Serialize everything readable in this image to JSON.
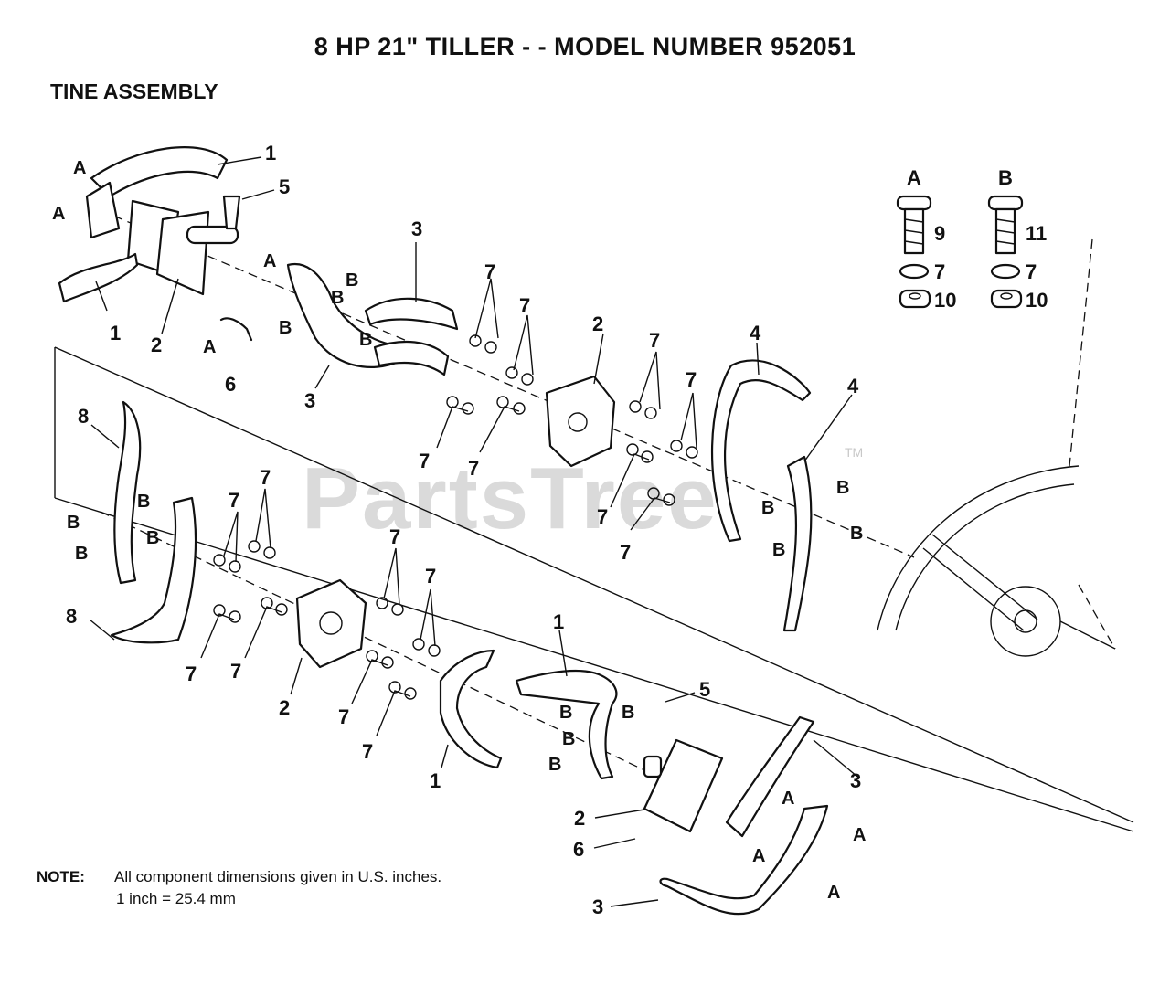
{
  "title": "8 HP 21\" TILLER - - MODEL NUMBER 952051",
  "subtitle": "TINE ASSEMBLY",
  "watermark": "PartsTree",
  "watermark_tm": "TM",
  "legend": {
    "a_header": "A",
    "b_header": "B",
    "a_bolt": "9",
    "a_washer": "7",
    "a_nut": "10",
    "b_bolt": "11",
    "b_washer": "7",
    "b_nut": "10"
  },
  "labels": {
    "n1": "1",
    "n2": "2",
    "n3": "3",
    "n4": "4",
    "n5": "5",
    "n6": "6",
    "n7": "7",
    "n8": "8",
    "a": "A",
    "b": "B"
  },
  "note": {
    "label": "NOTE:",
    "line1": "All component dimensions given in U.S. inches.",
    "line2": "1 inch = 25.4 mm"
  },
  "icons": [
    "bolt-icon",
    "lock-washer-icon",
    "nut-icon"
  ]
}
